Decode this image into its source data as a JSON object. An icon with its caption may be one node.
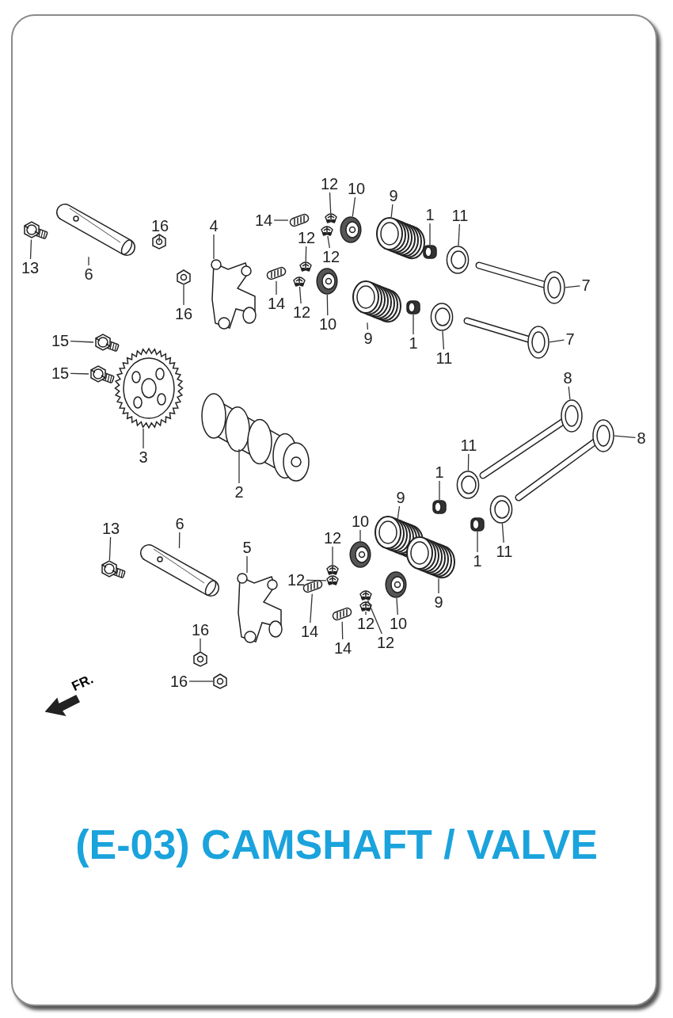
{
  "diagram": {
    "title": "(E-03) CAMSHAFT / VALVE",
    "nodes": [
      {
        "text": [
          "12"
        ]
      },
      {
        "text": [
          "10"
        ]
      },
      {
        "text": [
          "9"
        ]
      },
      {
        "text": [
          "1"
        ]
      },
      {
        "text": [
          "11"
        ]
      },
      {
        "text": [
          "14"
        ]
      },
      {
        "text": [
          "16"
        ]
      },
      {
        "text": [
          "4"
        ]
      },
      {
        "text": [
          "12"
        ]
      },
      {
        "text": [
          "12"
        ]
      },
      {
        "text": [
          "13"
        ]
      },
      {
        "text": [
          "6"
        ]
      },
      {
        "text": [
          "7"
        ]
      },
      {
        "text": [
          "14"
        ]
      },
      {
        "text": [
          "12"
        ]
      },
      {
        "text": [
          "16"
        ]
      },
      {
        "text": [
          "10"
        ]
      },
      {
        "text": [
          "9"
        ]
      },
      {
        "text": [
          "7"
        ]
      },
      {
        "text": [
          "15"
        ]
      },
      {
        "text": [
          "1"
        ]
      },
      {
        "text": [
          "11"
        ]
      },
      {
        "text": [
          "15"
        ]
      },
      {
        "text": [
          "8"
        ]
      },
      {
        "text": [
          "8"
        ]
      },
      {
        "text": [
          "11"
        ]
      },
      {
        "text": [
          "3"
        ]
      },
      {
        "text": [
          "1"
        ]
      },
      {
        "text": [
          "2"
        ]
      },
      {
        "text": [
          "9"
        ]
      },
      {
        "text": [
          "10"
        ]
      },
      {
        "text": [
          "13"
        ]
      },
      {
        "text": [
          "6"
        ]
      },
      {
        "text": [
          "12"
        ]
      },
      {
        "text": [
          "5"
        ]
      },
      {
        "text": [
          "11"
        ]
      },
      {
        "text": [
          "1"
        ]
      },
      {
        "text": [
          "12"
        ]
      },
      {
        "text": [
          "9"
        ]
      },
      {
        "text": [
          "12"
        ]
      },
      {
        "text": [
          "10"
        ]
      },
      {
        "text": [
          "16"
        ]
      },
      {
        "text": [
          "14"
        ]
      },
      {
        "text": [
          "12"
        ]
      },
      {
        "text": [
          "14"
        ]
      },
      {
        "text": [
          "16"
        ]
      },
      {
        "text": [],
        "shape": "picture"
      },
      {
        "text": [],
        "shape": "picture"
      },
      {
        "text": [],
        "shape": "picture"
      },
      {
        "text": [],
        "shape": "picture"
      },
      {
        "text": [],
        "shape": "picture"
      },
      {
        "text": [],
        "shape": "picture"
      },
      {
        "text": [],
        "shape": "picture"
      },
      {
        "text": [],
        "shape": "picture"
      },
      {
        "text": [],
        "shape": "picture"
      },
      {
        "text": [],
        "shape": "picture"
      },
      {
        "text": [],
        "shape": "picture"
      },
      {
        "text": [],
        "shape": "picture"
      },
      {
        "text": [],
        "shape": "picture"
      },
      {
        "text": [],
        "shape": "picture"
      },
      {
        "text": [],
        "shape": "picture"
      },
      {
        "text": [],
        "shape": "picture"
      },
      {
        "text": [],
        "shape": "picture"
      },
      {
        "text": [],
        "shape": "picture"
      },
      {
        "text": [],
        "shape": "picture"
      },
      {
        "text": [],
        "shape": "picture"
      },
      {
        "text": [],
        "shape": "picture"
      },
      {
        "text": [],
        "shape": "picture"
      },
      {
        "text": [],
        "shape": "picture"
      },
      {
        "text": [],
        "shape": "picture"
      },
      {
        "text": [],
        "shape": "picture"
      },
      {
        "text": [],
        "shape": "picture"
      },
      {
        "text": [],
        "shape": "picture"
      },
      {
        "text": [],
        "shape": "picture"
      },
      {
        "text": [],
        "shape": "picture"
      },
      {
        "text": [],
        "shape": "picture"
      },
      {
        "text": [],
        "shape": "picture"
      },
      {
        "text": [],
        "shape": "picture"
      },
      {
        "text": [],
        "shape": "picture"
      },
      {
        "text": [],
        "shape": "picture"
      },
      {
        "text": [],
        "shape": "picture"
      },
      {
        "text": [],
        "shape": "picture"
      },
      {
        "text": [],
        "shape": "picture"
      },
      {
        "text": [],
        "shape": "picture"
      },
      {
        "text": [],
        "shape": "picture"
      },
      {
        "text": [],
        "shape": "picture"
      },
      {
        "text": [],
        "shape": "picture"
      },
      {
        "text": [],
        "shape": "picture"
      },
      {
        "text": [],
        "shape": "picture"
      },
      {
        "text": [],
        "shape": "picture"
      },
      {
        "text": [],
        "shape": "picture"
      },
      {
        "text": [],
        "shape": "picture"
      }
    ],
    "edges": [
      {
        "from": 0,
        "to": 46,
        "arrow": "none"
      },
      {
        "from": 1,
        "to": 47,
        "arrow": "none"
      },
      {
        "from": 2,
        "to": 48,
        "arrow": "none"
      },
      {
        "from": 3,
        "to": 49,
        "arrow": "none"
      },
      {
        "from": 4,
        "to": 50,
        "arrow": "none"
      },
      {
        "from": 5,
        "to": 51,
        "arrow": "none"
      },
      {
        "from": 6,
        "to": 52,
        "arrow": "none"
      },
      {
        "from": 7,
        "to": 53,
        "arrow": "none"
      },
      {
        "from": 8,
        "to": 54,
        "arrow": "none"
      },
      {
        "from": 9,
        "to": 55,
        "arrow": "none"
      },
      {
        "from": 10,
        "to": 56,
        "arrow": "none"
      },
      {
        "from": 11,
        "to": 57,
        "arrow": "none"
      },
      {
        "from": 12,
        "to": 58,
        "arrow": "none"
      },
      {
        "from": 13,
        "to": 59,
        "arrow": "none"
      },
      {
        "from": 14,
        "to": 60,
        "arrow": "none"
      },
      {
        "from": 15,
        "to": 61,
        "arrow": "none"
      },
      {
        "from": 16,
        "to": 62,
        "arrow": "none"
      },
      {
        "from": 17,
        "to": 63,
        "arrow": "none"
      },
      {
        "from": 18,
        "to": 64,
        "arrow": "none"
      },
      {
        "from": 19,
        "to": 65,
        "arrow": "none"
      },
      {
        "from": 20,
        "to": 66,
        "arrow": "none"
      },
      {
        "from": 21,
        "to": 67,
        "arrow": "none"
      },
      {
        "from": 22,
        "to": 68,
        "arrow": "none"
      },
      {
        "from": 23,
        "to": 69,
        "arrow": "none"
      },
      {
        "from": 24,
        "to": 70,
        "arrow": "none"
      },
      {
        "from": 25,
        "to": 71,
        "arrow": "none"
      },
      {
        "from": 26,
        "to": 72,
        "arrow": "none"
      },
      {
        "from": 27,
        "to": 73,
        "arrow": "none"
      },
      {
        "from": 28,
        "to": 74,
        "arrow": "none"
      },
      {
        "from": 29,
        "to": 75,
        "arrow": "none"
      },
      {
        "from": 30,
        "to": 76,
        "arrow": "none"
      },
      {
        "from": 31,
        "to": 77,
        "arrow": "none"
      },
      {
        "from": 32,
        "to": 78,
        "arrow": "none"
      },
      {
        "from": 33,
        "to": 79,
        "arrow": "none"
      },
      {
        "from": 34,
        "to": 80,
        "arrow": "none"
      },
      {
        "from": 35,
        "to": 81,
        "arrow": "none"
      },
      {
        "from": 36,
        "to": 82,
        "arrow": "none"
      },
      {
        "from": 37,
        "to": 83,
        "arrow": "none"
      },
      {
        "from": 38,
        "to": 84,
        "arrow": "none"
      },
      {
        "from": 39,
        "to": 85,
        "arrow": "none"
      },
      {
        "from": 40,
        "to": 86,
        "arrow": "none"
      },
      {
        "from": 41,
        "to": 87,
        "arrow": "none"
      },
      {
        "from": 42,
        "to": 88,
        "arrow": "none"
      },
      {
        "from": 43,
        "to": 89,
        "arrow": "none"
      },
      {
        "from": 44,
        "to": 90,
        "arrow": "none"
      },
      {
        "from": 45,
        "to": 91,
        "arrow": "none"
      }
    ],
    "labels": [
      "FR."
    ]
  }
}
